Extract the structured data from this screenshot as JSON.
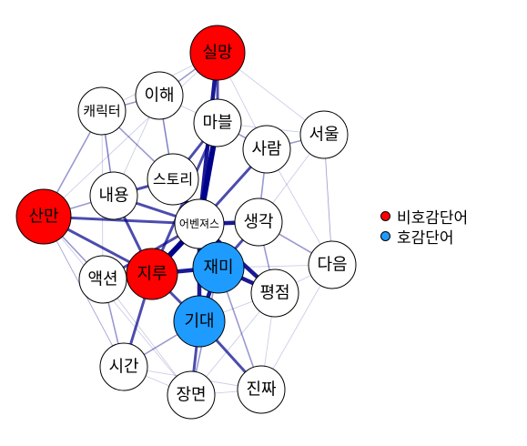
{
  "colors": {
    "negative": "#ff0000",
    "positive": "#1e9bff",
    "neutral": "#ffffff",
    "edge": "#00008b",
    "outline": "#000000"
  },
  "legend": [
    {
      "label": "비호감단어",
      "group": "negative"
    },
    {
      "label": "호감단어",
      "group": "positive"
    }
  ],
  "nodes": [
    {
      "id": "실망",
      "label": "실망",
      "group": "negative"
    },
    {
      "id": "이해",
      "label": "이해",
      "group": "neutral"
    },
    {
      "id": "캐릭터",
      "label": "캐릭터",
      "group": "neutral"
    },
    {
      "id": "마블",
      "label": "마블",
      "group": "neutral"
    },
    {
      "id": "서울",
      "label": "서울",
      "group": "neutral"
    },
    {
      "id": "사람",
      "label": "사람",
      "group": "neutral"
    },
    {
      "id": "스토리",
      "label": "스토리",
      "group": "neutral"
    },
    {
      "id": "내용",
      "label": "내용",
      "group": "neutral"
    },
    {
      "id": "산만",
      "label": "산만",
      "group": "negative"
    },
    {
      "id": "어벤져스",
      "label": "어벤져스",
      "group": "neutral"
    },
    {
      "id": "생각",
      "label": "생각",
      "group": "neutral"
    },
    {
      "id": "다음",
      "label": "다음",
      "group": "neutral"
    },
    {
      "id": "액션",
      "label": "액션",
      "group": "neutral"
    },
    {
      "id": "지루",
      "label": "지루",
      "group": "negative"
    },
    {
      "id": "재미",
      "label": "재미",
      "group": "positive"
    },
    {
      "id": "평점",
      "label": "평점",
      "group": "neutral"
    },
    {
      "id": "기대",
      "label": "기대",
      "group": "positive"
    },
    {
      "id": "시간",
      "label": "시간",
      "group": "neutral"
    },
    {
      "id": "장면",
      "label": "장면",
      "group": "neutral"
    },
    {
      "id": "진짜",
      "label": "진짜",
      "group": "neutral"
    }
  ],
  "edges": [
    [
      "어벤져스",
      "재미",
      5
    ],
    [
      "어벤져스",
      "마블",
      5
    ],
    [
      "어벤져스",
      "지루",
      5
    ],
    [
      "어벤져스",
      "기대",
      4
    ],
    [
      "어벤져스",
      "실망",
      4
    ],
    [
      "어벤져스",
      "스토리",
      4
    ],
    [
      "어벤져스",
      "생각",
      4
    ],
    [
      "어벤져스",
      "평점",
      4
    ],
    [
      "어벤져스",
      "내용",
      3
    ],
    [
      "어벤져스",
      "사람",
      3
    ],
    [
      "어벤져스",
      "산만",
      3
    ],
    [
      "어벤져스",
      "액션",
      3
    ],
    [
      "재미",
      "지루",
      4
    ],
    [
      "재미",
      "기대",
      4
    ],
    [
      "재미",
      "평점",
      4
    ],
    [
      "재미",
      "스토리",
      3
    ],
    [
      "재미",
      "생각",
      3
    ],
    [
      "지루",
      "기대",
      3
    ],
    [
      "지루",
      "산만",
      3
    ],
    [
      "지루",
      "시간",
      3
    ],
    [
      "지루",
      "내용",
      3
    ],
    [
      "지루",
      "마블",
      3
    ],
    [
      "기대",
      "장면",
      3
    ],
    [
      "기대",
      "진짜",
      3
    ],
    [
      "기대",
      "시간",
      2
    ],
    [
      "마블",
      "실망",
      3
    ],
    [
      "마블",
      "스토리",
      3
    ],
    [
      "스토리",
      "내용",
      3
    ],
    [
      "스토리",
      "캐릭터",
      2
    ],
    [
      "스토리",
      "이해",
      2
    ],
    [
      "산만",
      "내용",
      2
    ],
    [
      "산만",
      "액션",
      2
    ],
    [
      "내용",
      "캐릭터",
      2
    ],
    [
      "이해",
      "실망",
      2
    ],
    [
      "사람",
      "생각",
      2
    ],
    [
      "사람",
      "마블",
      2
    ],
    [
      "사람",
      "서울",
      2
    ],
    [
      "생각",
      "다음",
      2
    ],
    [
      "생각",
      "평점",
      2
    ],
    [
      "액션",
      "지루",
      2
    ],
    [
      "액션",
      "시간",
      2
    ],
    [
      "장면",
      "재미",
      2
    ],
    [
      "진짜",
      "재미",
      2
    ],
    [
      "캐릭터",
      "산만",
      2
    ],
    [
      "이해",
      "캐릭터",
      2
    ],
    [
      "서울",
      "생각",
      1
    ],
    [
      "다음",
      "평점",
      1
    ],
    [
      "다음",
      "재미",
      1
    ],
    [
      "시간",
      "장면",
      1
    ],
    [
      "장면",
      "진짜",
      1
    ],
    [
      "시간",
      "산만",
      1
    ],
    [
      "캐릭터",
      "실망",
      1
    ],
    [
      "이해",
      "마블",
      1
    ],
    [
      "서울",
      "마블",
      1
    ],
    [
      "서울",
      "실망",
      1
    ],
    [
      "다음",
      "사람",
      1
    ],
    [
      "산만",
      "시간",
      1
    ],
    [
      "산만",
      "장면",
      1
    ],
    [
      "진짜",
      "평점",
      1
    ],
    [
      "액션",
      "장면",
      1
    ],
    [
      "내용",
      "이해",
      1
    ],
    [
      "다음",
      "서울",
      1
    ],
    [
      "실망",
      "산만",
      1
    ],
    [
      "실망",
      "사람",
      1
    ],
    [
      "캐릭터",
      "액션",
      1
    ],
    [
      "이해",
      "스토리",
      1
    ],
    [
      "진짜",
      "다음",
      1
    ],
    [
      "장면",
      "평점",
      1
    ],
    [
      "시간",
      "진짜",
      1
    ],
    [
      "서울",
      "다음",
      1
    ],
    [
      "캐릭터",
      "내용",
      1
    ],
    [
      "기대",
      "평점",
      1
    ]
  ]
}
